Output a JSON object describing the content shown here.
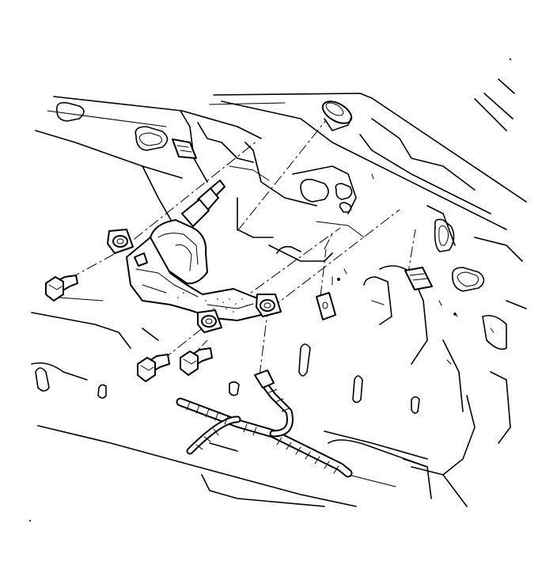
{
  "diagram": {
    "type": "exploded-assembly-line-drawing",
    "colors": {
      "line": "#000000",
      "background": "#ffffff"
    },
    "components": [
      {
        "id": "liftgate-inner-panel",
        "icon": "panel-outline"
      },
      {
        "id": "wiper-motor",
        "icon": "motor"
      },
      {
        "id": "wiper-shaft-grommet",
        "icon": "grommet"
      },
      {
        "id": "motor-mount-bolt",
        "count": 3,
        "icon": "bolt"
      },
      {
        "id": "mount-grommet",
        "count": 3,
        "icon": "rubber-grommet"
      },
      {
        "id": "clip-nut",
        "count": 3,
        "icon": "nut-clip"
      },
      {
        "id": "wiring-harness",
        "icon": "harness"
      }
    ]
  }
}
